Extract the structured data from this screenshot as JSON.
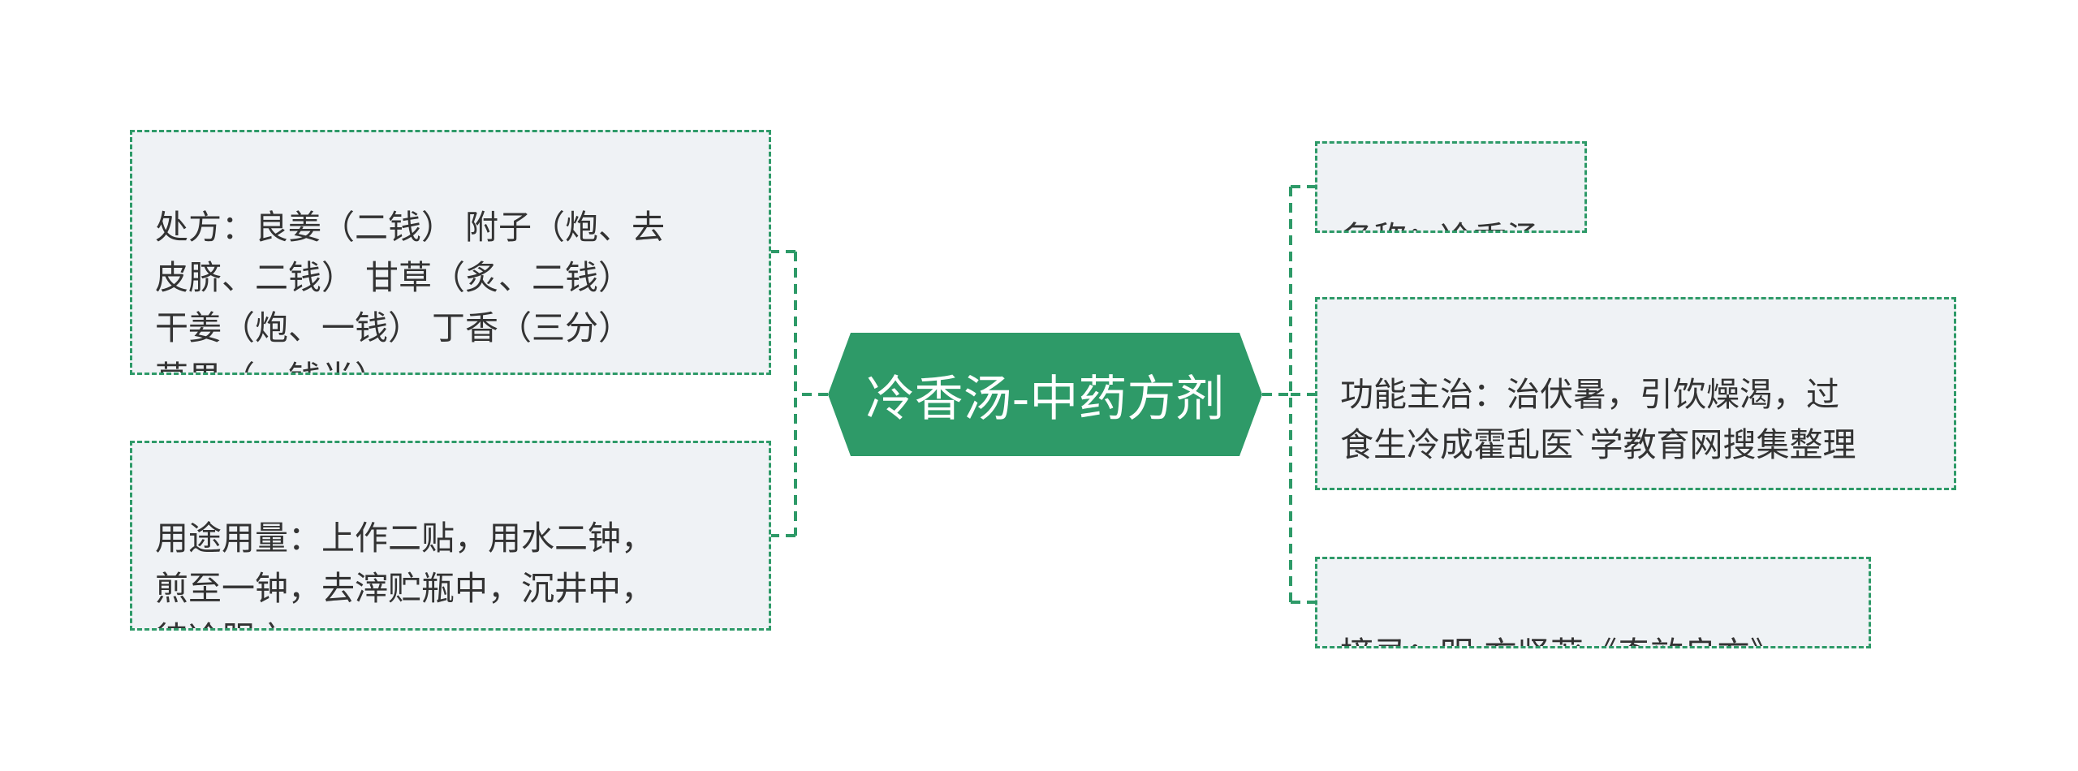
{
  "theme": {
    "accent": "#2e9a68",
    "node_bg": "#eff2f5",
    "text": "#333333"
  },
  "center": {
    "title": "冷香汤-中药方剂"
  },
  "left": {
    "prescription": "处方：良姜（二钱） 附子（炮、去\n皮脐、二钱） 甘草（炙、二钱）\n干姜（炮、一钱） 丁香（三分）\n草果（一钱半）",
    "usage": "用途用量：上作二贴，用水二钟，\n煎至一钟，去滓贮瓶中，沉井中，\n待冷服之。"
  },
  "right": {
    "name": "名称：冷香汤",
    "function": "功能主治：治伏暑，引饮燥渴，过\n食生冷成霍乱医`学教育网搜集整理\n。",
    "excerpt": "摘录：明·方贤著《奇效良方》"
  }
}
